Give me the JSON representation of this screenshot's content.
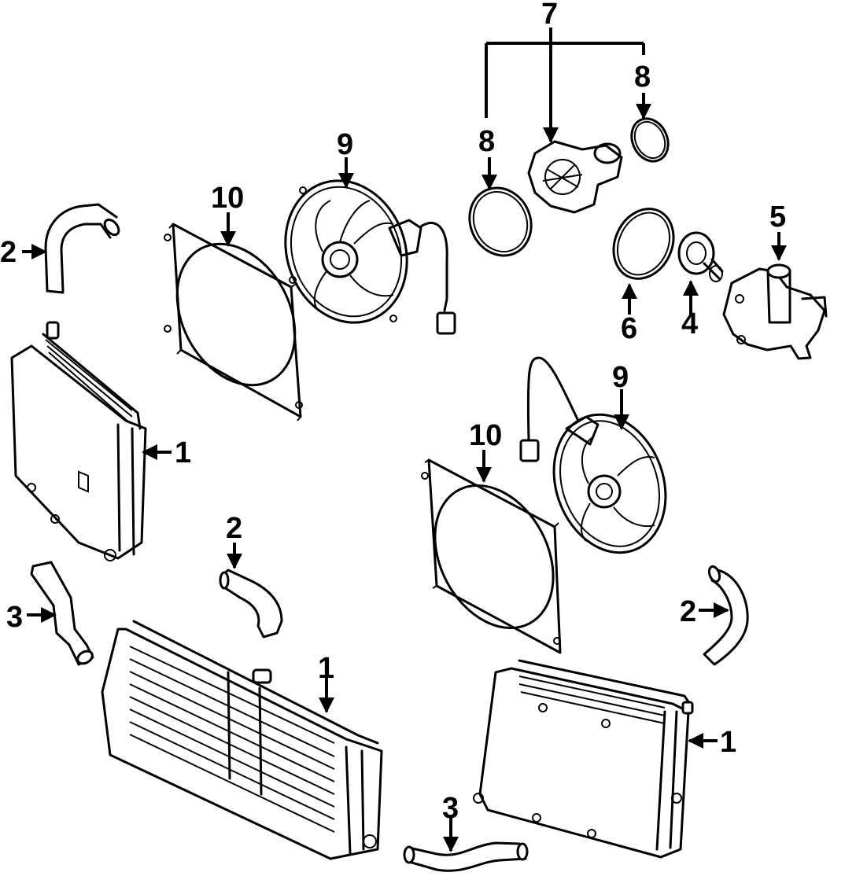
{
  "diagram": {
    "callouts": [
      {
        "id": "c7",
        "label": "7"
      },
      {
        "id": "c8a",
        "label": "8"
      },
      {
        "id": "c8b",
        "label": "8"
      },
      {
        "id": "c9a",
        "label": "9"
      },
      {
        "id": "c10a",
        "label": "10"
      },
      {
        "id": "c5",
        "label": "5"
      },
      {
        "id": "c2a",
        "label": "2"
      },
      {
        "id": "c6",
        "label": "6"
      },
      {
        "id": "c4",
        "label": "4"
      },
      {
        "id": "c1a",
        "label": "1"
      },
      {
        "id": "c9b",
        "label": "9"
      },
      {
        "id": "c10b",
        "label": "10"
      },
      {
        "id": "c2b",
        "label": "2"
      },
      {
        "id": "c3a",
        "label": "3"
      },
      {
        "id": "c2c",
        "label": "2"
      },
      {
        "id": "c1b",
        "label": "1"
      },
      {
        "id": "c1c",
        "label": "1"
      },
      {
        "id": "c3b",
        "label": "3"
      }
    ]
  }
}
